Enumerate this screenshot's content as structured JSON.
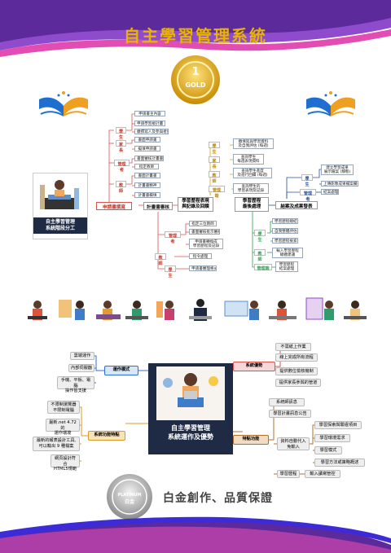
{
  "title": "自主學習管理系統",
  "gold_badge": {
    "number": "1",
    "text": "GOLD"
  },
  "platinum_badge": {
    "top": "PLATINUM",
    "bottom": "白金"
  },
  "slogan": "白金創作、品質保證",
  "map1": {
    "center_label": "自主學習管理\n系統階段分工",
    "main_nodes": [
      "申請書撰寫",
      "計畫書審核",
      "學習歷程表現\n與記錄及回饋",
      "學習歷程\n最後處理",
      "結案及成果發表"
    ],
    "apply": {
      "groups": [
        {
          "label": "學生",
          "items": [
            "申請書主內容",
            "申請學習規計畫",
            "繳撰寫人及參與者資料"
          ]
        },
        {
          "label": "家長",
          "items": [
            "書面申請書",
            "擬填申請書"
          ]
        },
        {
          "label": "管理者",
          "items": [
            "書面審核計畫書",
            "指定教師"
          ]
        },
        {
          "label": "教師",
          "items": [
            "書面計畫書",
            "計畫書精神",
            "計畫書欄填"
          ]
        }
      ]
    },
    "review": {
      "groups": [
        {
          "label": "管理者",
          "items": [
            "指定三位教師",
            "書面審核批示審核",
            "申請書轉換成\n學習歷程及記錄"
          ]
        },
        {
          "label": "教師",
          "items": [
            "指令處理"
          ]
        },
        {
          "label": "學生",
          "items": [
            "申請書審理格式"
          ]
        }
      ]
    },
    "process": {
      "groups": [
        {
          "label": "學生",
          "items": [
            "繳填寫與學習資料\n及自我評估 (每週)"
          ]
        },
        {
          "label": "家長",
          "items": [
            "查詢學生\n每週表現資料"
          ]
        },
        {
          "label": "教師",
          "items": [
            "查詢學生進度\n及進行回饋 (每週)"
          ]
        },
        {
          "label": "管理端",
          "items": [
            "查詢學生的\n學習表現及記錄"
          ]
        }
      ]
    },
    "final": {
      "groups": [
        {
          "label": "學生",
          "items": [
            "學習歷程總結",
            "自我整體評估",
            "學習歷程檢索"
          ]
        },
        {
          "label": "教師",
          "items": [
            "輸入學習歷程\n總體建議"
          ]
        },
        {
          "label": "管理端",
          "items": [
            "學習歷程\n結案處理"
          ]
        }
      ]
    },
    "result": {
      "groups": [
        {
          "label": "學生",
          "items": [
            "建立學習成果\n展示檔案 (靜態)",
            "上傳影像成果檔案欄位"
          ]
        },
        {
          "label": "管理者",
          "items": [
            "結案處理"
          ]
        }
      ]
    }
  },
  "map2": {
    "center_label": "自主學習管理\n系統運作及優勢",
    "ops": {
      "label": "運作模式",
      "items": [
        "雲端運作",
        "內部伺服器",
        "手機、平板、電腦\n操作皆支援"
      ]
    },
    "advantages": {
      "label": "系統優勢",
      "items": [
        "不需紙上作業",
        "線上完成所有流程",
        "提供數位檢核機制",
        "提供家長參與的管道"
      ]
    },
    "tech": {
      "label": "系統功能特點",
      "items": [
        "不限制瀏覽器\n不限制電腦",
        "最新.net 4.72的\n運作環境",
        "最新的報表設計工具,\n可以輸出 9 種檔案",
        "網頁設計符合\nHTML5規範"
      ]
    },
    "features": {
      "label": "特點功能",
      "items": [
        "系統師訊息",
        "學習計畫訊息公告",
        {
          "label": "資料自動代入\n免輸入",
          "items": [
            "學習探索與驗證項目",
            "學習環境需求",
            "學習模式",
            "學習方法或策略概述"
          ]
        },
        {
          "label": "學習歷程",
          "items": [
            "輸入讀寫管控"
          ]
        }
      ]
    }
  }
}
